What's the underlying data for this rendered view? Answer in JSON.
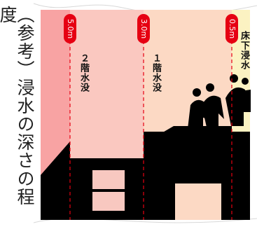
{
  "title": "（参考）浸水の深さの程度",
  "levels": [
    {
      "depth": "5.0m",
      "label": ""
    },
    {
      "depth": "3.0m",
      "label": "２階水没"
    },
    {
      "depth": "0.5m",
      "label": "１階水没"
    }
  ],
  "floor_label": "床下浸水",
  "colors": {
    "zone_5m": "#f8a3a3",
    "zone_3m": "#fac8c0",
    "zone_1f": "#fcd9c4",
    "zone_floor": "#fbf2c2",
    "marker": "#e60012",
    "silhouette": "#000000"
  }
}
